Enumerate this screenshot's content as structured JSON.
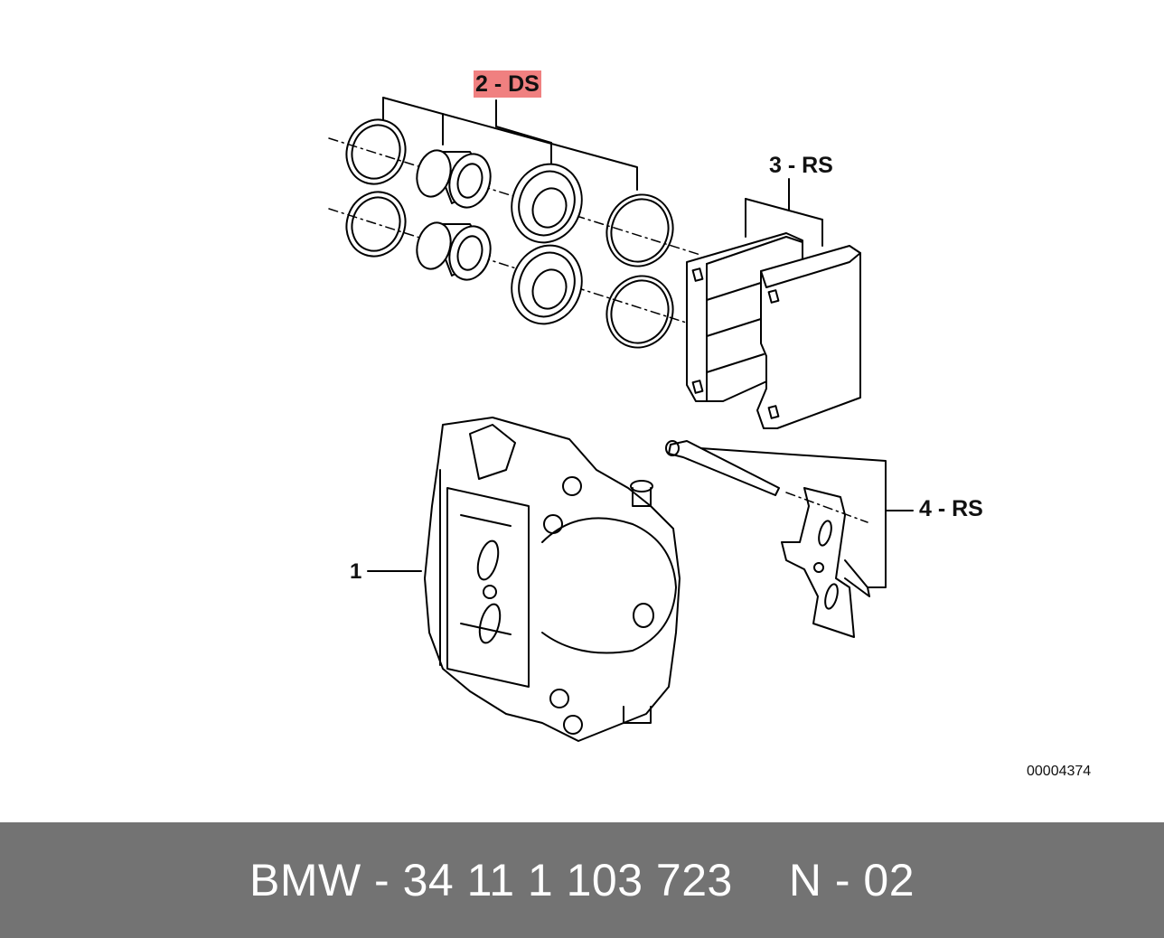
{
  "diagram": {
    "callouts": [
      {
        "id": "1",
        "text": "1"
      },
      {
        "id": "2",
        "text": "2 - DS",
        "highlight": "#f08080"
      },
      {
        "id": "3",
        "text": "3 - RS"
      },
      {
        "id": "4",
        "text": "4 - RS"
      }
    ],
    "image_code": "00004374",
    "line_color": "#000000"
  },
  "footer": {
    "part_number": "BMW - 34 11 1 103 723",
    "position": "N - 02",
    "background": "#737373"
  }
}
